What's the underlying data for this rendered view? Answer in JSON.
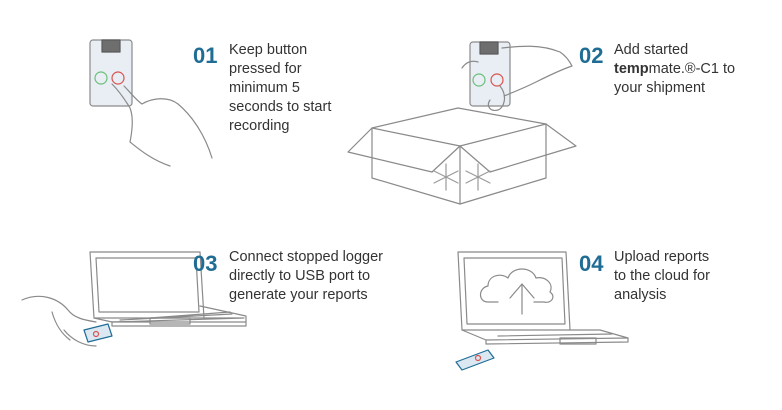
{
  "steps": [
    {
      "number": "01",
      "lines": [
        "Keep button",
        "pressed for",
        "minimum 5",
        "seconds to start",
        "recording"
      ]
    },
    {
      "number": "02",
      "lines": [
        "Add started"
      ],
      "brand_bold": "temp",
      "brand_rest": "mate.®-C1 to",
      "last_line": "your shipment"
    },
    {
      "number": "03",
      "lines": [
        "Connect stopped logger",
        "directly to USB port to",
        "generate your reports"
      ]
    },
    {
      "number": "04",
      "lines": [
        "Upload reports",
        "to the cloud for",
        "analysis"
      ]
    }
  ],
  "colors": {
    "accent": "#1f6d95",
    "line": "#8a8a8a",
    "device_body": "#e8eef3",
    "green_button": "#6bbf7a",
    "red_button": "#d9534f"
  },
  "icons": [
    "logger-device-icon",
    "hand-icon",
    "box-icon",
    "snowflake-icon",
    "laptop-icon",
    "usb-logger-icon",
    "cloud-upload-icon"
  ]
}
